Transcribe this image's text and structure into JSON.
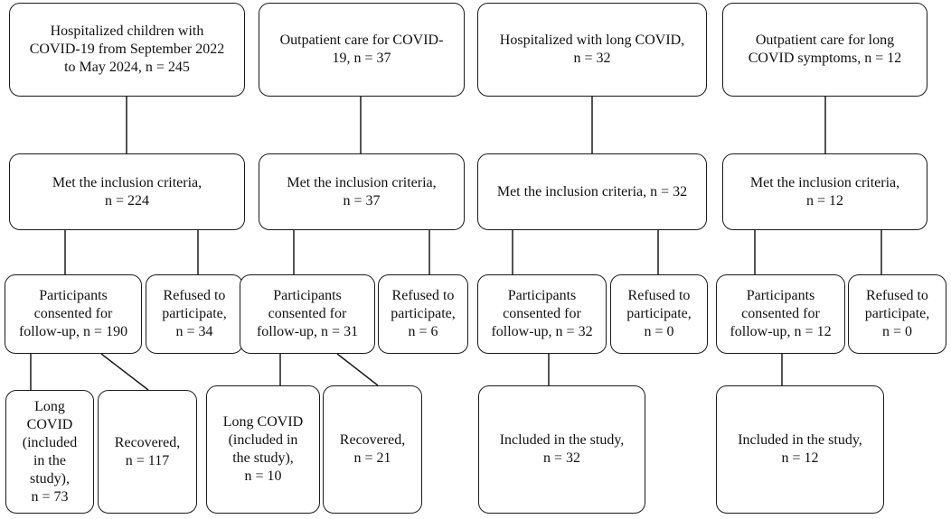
{
  "columns": [
    {
      "source": "Hospitalized children with\nCOVID-19 from September 2022\nto May 2024, n = 245",
      "inclusion": "Met the inclusion criteria,\nn = 224",
      "consented": "Participants\nconsented for\nfollow-up, n = 190",
      "refused": "Refused to\nparticipate,\nn = 34",
      "outcome_a": "Long\nCOVID\n(included\nin the\nstudy),\nn = 73",
      "outcome_b": "Recovered,\nn = 117"
    },
    {
      "source": "Outpatient care for COVID-\n19, n = 37",
      "inclusion": "Met the inclusion criteria,\nn = 37",
      "consented": "Participants\nconsented for\nfollow-up, n = 31",
      "refused": "Refused to\nparticipate,\nn = 6",
      "outcome_a": "Long COVID\n(included in\nthe study),\nn = 10",
      "outcome_b": "Recovered,\nn = 21"
    },
    {
      "source": "Hospitalized with long COVID,\nn = 32",
      "inclusion": "Met the inclusion criteria, n = 32",
      "consented": "Participants\nconsented for\nfollow-up, n = 32",
      "refused": "Refused to\nparticipate,\nn = 0",
      "outcome_a": "Included in the study,\nn = 32"
    },
    {
      "source": "Outpatient care for long\nCOVID symptoms, n = 12",
      "inclusion": "Met the inclusion criteria,\nn = 12",
      "consented": "Participants\nconsented for\nfollow-up, n = 12",
      "refused": "Refused to\nparticipate,\nn = 0",
      "outcome_a": "Included in the study,\nn = 12"
    }
  ]
}
